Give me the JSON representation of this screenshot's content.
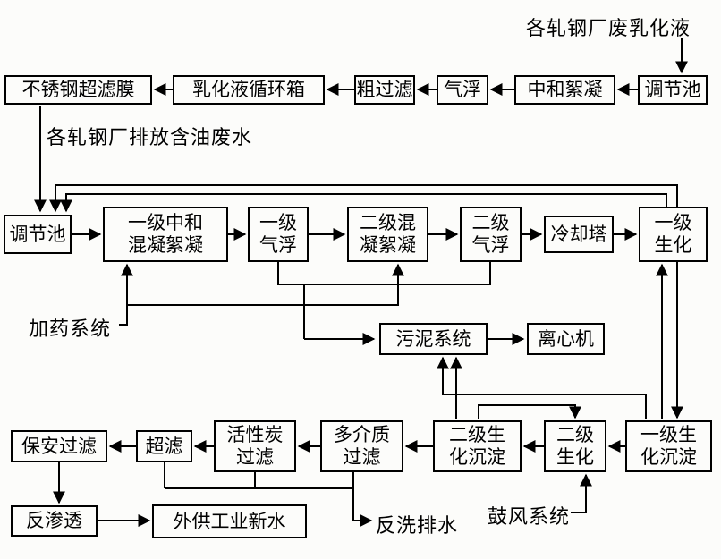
{
  "colors": {
    "line": "#000000",
    "box_border": "#000000",
    "background": "#fcfcfa",
    "text": "#000000"
  },
  "labels": {
    "waste_emulsion": "各轧钢厂废乳化液",
    "oily_wastewater": "各轧钢厂排放含油废水",
    "dosing_system": "加药系统",
    "backwash_drain": "反洗排水",
    "blower_system": "鼓风系统"
  },
  "boxes": {
    "regulating_tank_top": "调节池",
    "neutralization_flocculation": "中和絮凝",
    "air_flotation_top": "气浮",
    "coarse_filter": "粗过滤",
    "emulsion_circulation_tank": "乳化液循环箱",
    "stainless_steel_uf_membrane": "不锈钢超滤膜",
    "regulating_tank": "调节池",
    "stage1_neutral_coag_floc": "一级中和\n混凝絮凝",
    "stage1_air_flotation": "一级\n气浮",
    "stage2_coag_floc": "二级混\n凝絮凝",
    "stage2_air_flotation": "二级\n气浮",
    "cooling_tower": "冷却塔",
    "stage1_biochemical": "一级\n生化",
    "sludge_system": "污泥系统",
    "centrifuge": "离心机",
    "security_filter": "保安过滤",
    "ultrafiltration": "超滤",
    "activated_carbon_filter": "活性炭\n过滤",
    "multimedia_filter": "多介质\n过滤",
    "stage2_bio_sedimentation": "二级生\n化沉淀",
    "stage2_biochemical": "二级\n生化",
    "stage1_bio_sedimentation": "一级生\n化沉淀",
    "reverse_osmosis": "反渗透",
    "industrial_fresh_water": "外供工业新水"
  },
  "connections": [
    [
      "waste_emulsion",
      "regulating_tank_top"
    ],
    [
      "regulating_tank_top",
      "neutralization_flocculation"
    ],
    [
      "neutralization_flocculation",
      "air_flotation_top"
    ],
    [
      "air_flotation_top",
      "coarse_filter"
    ],
    [
      "coarse_filter",
      "emulsion_circulation_tank"
    ],
    [
      "emulsion_circulation_tank",
      "stainless_steel_uf_membrane"
    ],
    [
      "stainless_steel_uf_membrane",
      "regulating_tank"
    ],
    [
      "oily_wastewater",
      "regulating_tank"
    ],
    [
      "regulating_tank",
      "stage1_neutral_coag_floc"
    ],
    [
      "stage1_neutral_coag_floc",
      "stage1_air_flotation"
    ],
    [
      "stage1_air_flotation",
      "stage2_coag_floc"
    ],
    [
      "stage2_coag_floc",
      "stage2_air_flotation"
    ],
    [
      "stage2_air_flotation",
      "cooling_tower"
    ],
    [
      "cooling_tower",
      "stage1_biochemical"
    ],
    [
      "stage1_biochemical",
      "stage1_bio_sedimentation"
    ],
    [
      "stage1_bio_sedimentation",
      "stage2_biochemical"
    ],
    [
      "stage2_biochemical",
      "stage2_bio_sedimentation"
    ],
    [
      "stage2_bio_sedimentation",
      "multimedia_filter"
    ],
    [
      "multimedia_filter",
      "activated_carbon_filter"
    ],
    [
      "activated_carbon_filter",
      "ultrafiltration"
    ],
    [
      "ultrafiltration",
      "security_filter"
    ],
    [
      "security_filter",
      "reverse_osmosis"
    ],
    [
      "reverse_osmosis",
      "industrial_fresh_water"
    ],
    [
      "stage1_air_flotation",
      "sludge_system"
    ],
    [
      "stage2_air_flotation",
      "sludge_system"
    ],
    [
      "stage2_bio_sedimentation",
      "sludge_system"
    ],
    [
      "stage1_bio_sedimentation",
      "sludge_system"
    ],
    [
      "sludge_system",
      "centrifuge"
    ],
    [
      "dosing_system",
      "stage1_neutral_coag_floc"
    ],
    [
      "dosing_system",
      "stage2_coag_floc"
    ],
    [
      "blower_system",
      "stage2_biochemical"
    ],
    [
      "stage2_bio_sedimentation",
      "stage2_biochemical"
    ],
    [
      "stage1_bio_sedimentation",
      "stage1_biochemical"
    ],
    [
      "multimedia_filter",
      "backwash_drain"
    ],
    [
      "stage1_biochemical",
      "regulating_tank"
    ]
  ]
}
